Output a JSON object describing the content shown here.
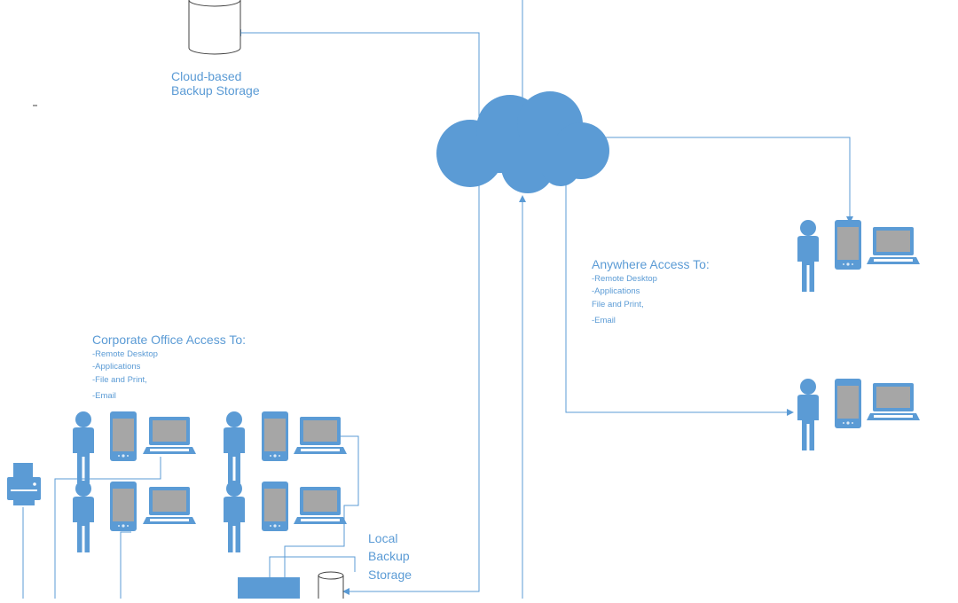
{
  "colors": {
    "accent": "#5b9bd5",
    "screen": "#a6a6a6",
    "background": "#ffffff"
  },
  "cloud_storage": {
    "line1": "Cloud-based",
    "line2": "Backup Storage"
  },
  "local_storage": {
    "line1": "Local",
    "line2": "Backup",
    "line3": "Storage"
  },
  "anywhere": {
    "title": "Anywhere Access To:",
    "items": [
      "-Remote Desktop",
      "-Applications",
      "File and Print,",
      "-Email"
    ]
  },
  "corporate": {
    "title": "Corporate Office Access To:",
    "items": [
      "-Remote Desktop",
      "-Applications",
      "-File and Print,",
      "-Email"
    ]
  },
  "icons": {
    "cloud": "cloud-icon",
    "cylinder": "database-icon",
    "person": "user-icon",
    "tablet": "tablet-icon",
    "laptop": "laptop-icon",
    "printer": "printer-icon",
    "server": "server-icon",
    "arrow": "arrowhead-icon"
  }
}
